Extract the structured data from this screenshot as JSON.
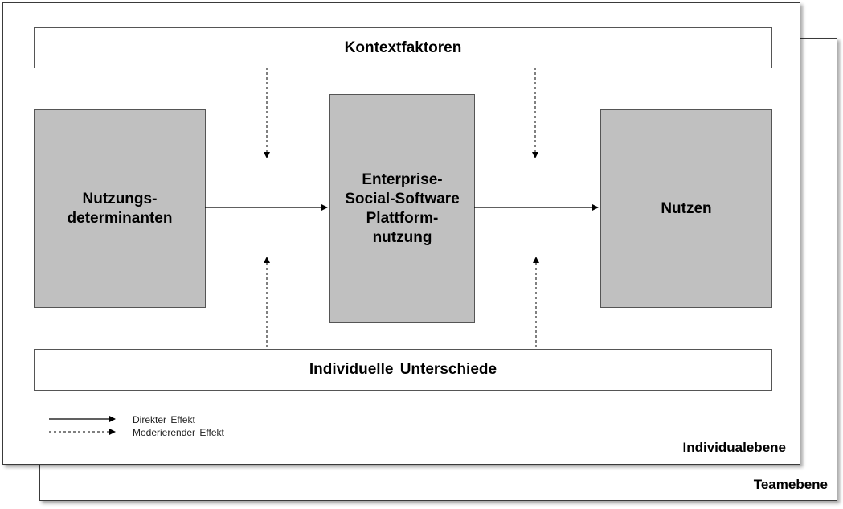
{
  "levels": {
    "team": "Teamebene",
    "individual": "Individualebene"
  },
  "bars": {
    "top": "Kontextfaktoren",
    "bottom": "Individuelle Unterschiede"
  },
  "blocks": {
    "left": "Nutzungs-\ndeterminanten",
    "center": "Enterprise-\nSocial-Software\nPlattform-\nnutzung",
    "right": "Nutzen"
  },
  "legend": {
    "direct": "Direkter Effekt",
    "moderating": "Moderierender Effekt"
  },
  "colors": {
    "block_fill": "#c0c0c0",
    "border": "#555555",
    "arrow": "#000000"
  }
}
